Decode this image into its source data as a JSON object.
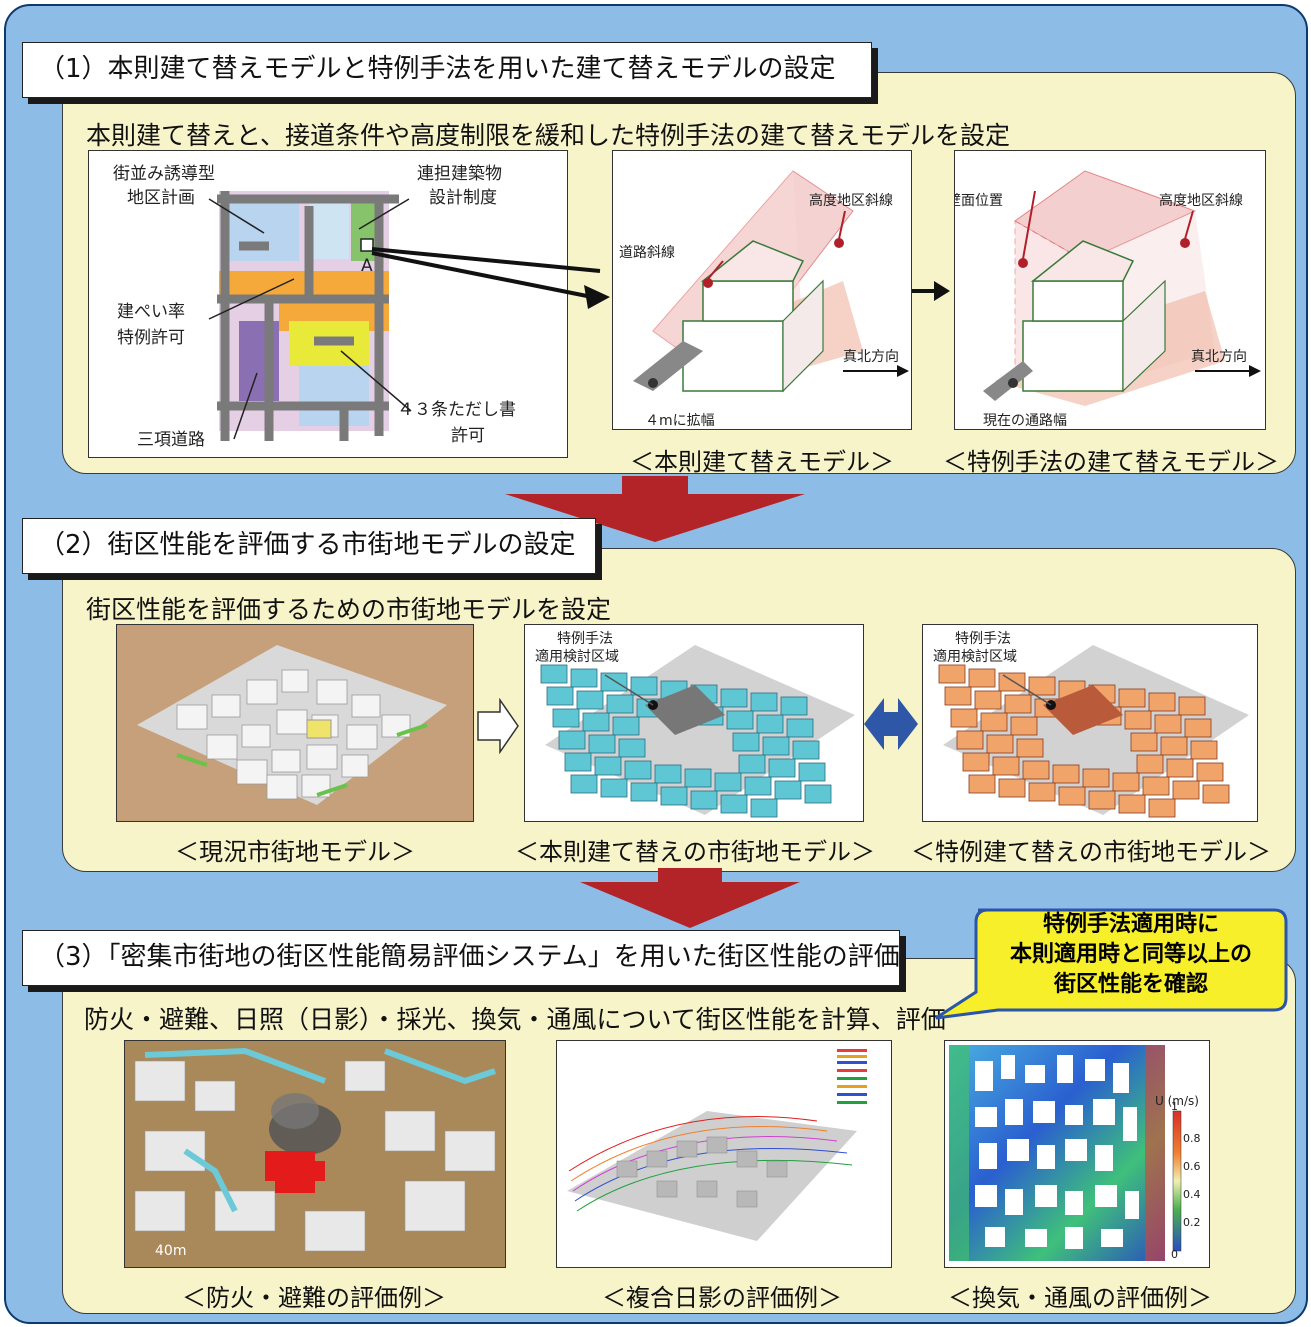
{
  "section1": {
    "header": "（1）本則建て替えモデルと特例手法を用いた建て替えモデルの設定",
    "subtitle": "本則建て替えと、接道条件や高度制限を緩和した特例手法の建て替えモデルを設定",
    "map_labels": {
      "machinami_1": "街並み誘導型",
      "machinami_2": "地区計画",
      "rentan_1": "連担建築物",
      "rentan_2": "設計制度",
      "kenpei_1": "建ぺい率",
      "kenpei_2": "特例許可",
      "sankou": "三項道路",
      "tadashi_1": "４３条ただし書",
      "tadashi_2": "許可",
      "point_a": "A"
    },
    "model1": {
      "road_slope": "道路斜線",
      "height_slope": "高度地区斜線",
      "north": "真北方向",
      "widen": "４mに拡幅",
      "caption": "＜本則建て替えモデル＞"
    },
    "model2": {
      "wall": "壁面位置",
      "height_slope": "高度地区斜線",
      "north": "真北方向",
      "current_width": "現在の通路幅",
      "caption": "＜特例手法の建て替えモデル＞"
    }
  },
  "section2": {
    "header": "（2）街区性能を評価する市街地モデルの設定",
    "subtitle": "街区性能を評価するための市街地モデルを設定",
    "current_caption": "＜現況市街地モデル＞",
    "honsoku_caption": "＜本則建て替えの市街地モデル＞",
    "tokurei_caption": "＜特例建て替えの市街地モデル＞",
    "area_label_1": "特例手法",
    "area_label_2": "適用検討区域"
  },
  "section3": {
    "header": "（3）「密集市街地の街区性能簡易評価システム」を用いた街区性能の評価",
    "subtitle": "防火・避難、日照（日影）・採光、換気・通風について街区性能を計算、評価",
    "callout": [
      "特例手法適用時に",
      "本則適用時と同等以上の",
      "街区性能を確認"
    ],
    "fire_caption": "＜防火・避難の評価例＞",
    "shadow_caption": "＜複合日影の評価例＞",
    "wind_caption": "＜換気・通風の評価例＞",
    "fire_scale": "40m",
    "colorbar_title": "U (m/s)",
    "colorbar_ticks": [
      "1",
      "0.8",
      "0.6",
      "0.4",
      "0.2",
      "0"
    ]
  },
  "colors": {
    "frame": "#8dbde6",
    "panel": "#f6f4c8",
    "big_arrow": "#b22428",
    "cyan_block": "#5ec7d3",
    "orange_block": "#f0a46a",
    "callout_fill": "#f7ef2a",
    "callout_border": "#2a55a8",
    "double_arrow": "#2f57a8"
  }
}
